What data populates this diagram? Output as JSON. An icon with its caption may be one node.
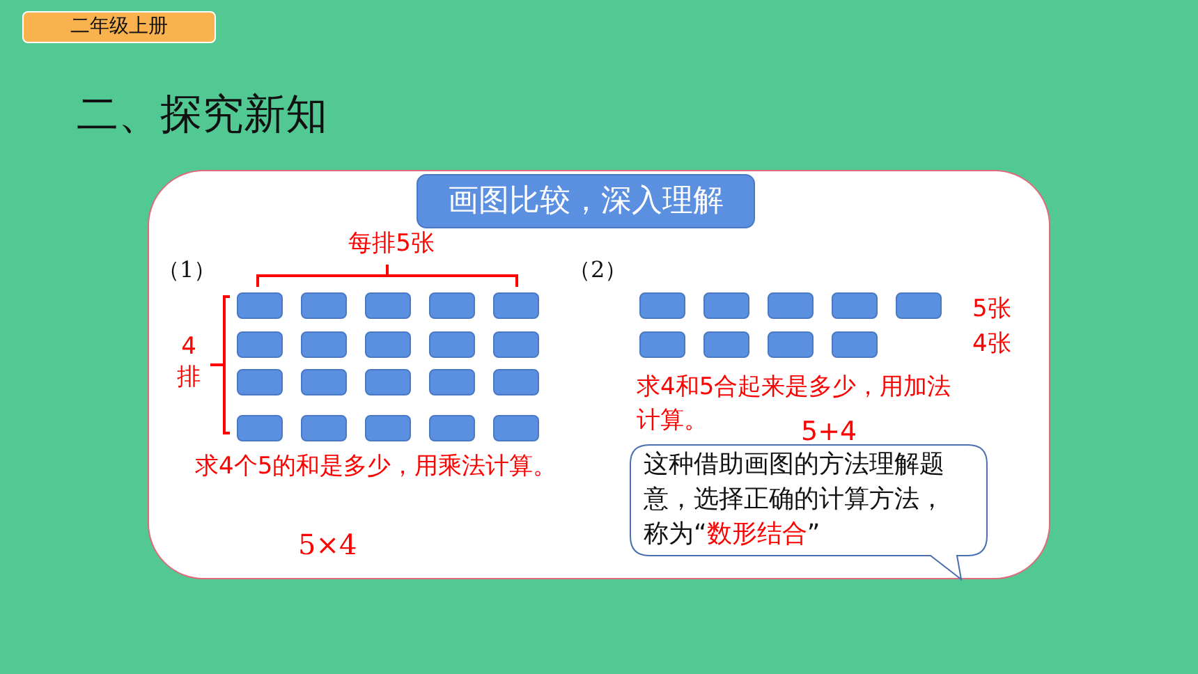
{
  "diagram": {
    "title": "二、探究新知",
    "nodes": [
      {
        "text": [
          "二年级上册"
        ]
      },
      {
        "text": [],
        "shape": "box"
      },
      {
        "text": [
          "画图比较，深入理解"
        ],
        "in": 1
      },
      {
        "text": [],
        "shape": "box",
        "in": 1
      },
      {
        "text": [],
        "shape": "box",
        "in": 1
      },
      {
        "text": [],
        "shape": "box",
        "in": 1
      },
      {
        "text": [],
        "shape": "box",
        "in": 1
      },
      {
        "text": [],
        "shape": "box",
        "in": 1
      },
      {
        "text": [],
        "shape": "box",
        "in": 1
      },
      {
        "text": [],
        "shape": "box",
        "in": 1
      },
      {
        "text": [],
        "shape": "box",
        "in": 1
      },
      {
        "text": [],
        "shape": "box",
        "in": 1
      },
      {
        "text": [],
        "shape": "box",
        "in": 1
      },
      {
        "text": [],
        "shape": "box",
        "in": 1
      },
      {
        "text": [],
        "shape": "box",
        "in": 1
      },
      {
        "text": [],
        "shape": "box",
        "in": 1
      },
      {
        "text": [],
        "shape": "box",
        "in": 1
      },
      {
        "text": [],
        "shape": "box",
        "in": 1
      },
      {
        "text": [],
        "shape": "box",
        "in": 1
      },
      {
        "text": [],
        "shape": "box",
        "in": 1
      },
      {
        "text": [],
        "shape": "box",
        "in": 1
      },
      {
        "text": [],
        "shape": "box",
        "in": 1
      },
      {
        "text": [],
        "shape": "box",
        "in": 1
      },
      {
        "text": [],
        "shape": "box",
        "in": 1
      },
      {
        "text": [],
        "shape": "box",
        "in": 1
      },
      {
        "text": [],
        "shape": "box",
        "in": 1
      },
      {
        "text": [],
        "shape": "box",
        "in": 1
      },
      {
        "text": [],
        "shape": "box",
        "in": 1
      },
      {
        "text": [],
        "shape": "box",
        "in": 1
      },
      {
        "text": [],
        "shape": "box",
        "in": 1
      },
      {
        "text": [],
        "shape": "box",
        "in": 1
      },
      {
        "text": [],
        "shape": "box",
        "in": 1
      },
      {
        "text": [
          "这种借助画图的方法理解题意，选择正确的计算方法，称为“",
          "数形结合",
          "”"
        ],
        "in": 1
      }
    ],
    "edges": [],
    "labels": [
      "（1）",
      "每排5张",
      "4排",
      "求4个5的和是多少，用乘法计算。",
      "5×4",
      "（2）",
      "5张",
      "4张",
      "求4和5合起来是多少，用加法计算。",
      "5+4"
    ]
  }
}
